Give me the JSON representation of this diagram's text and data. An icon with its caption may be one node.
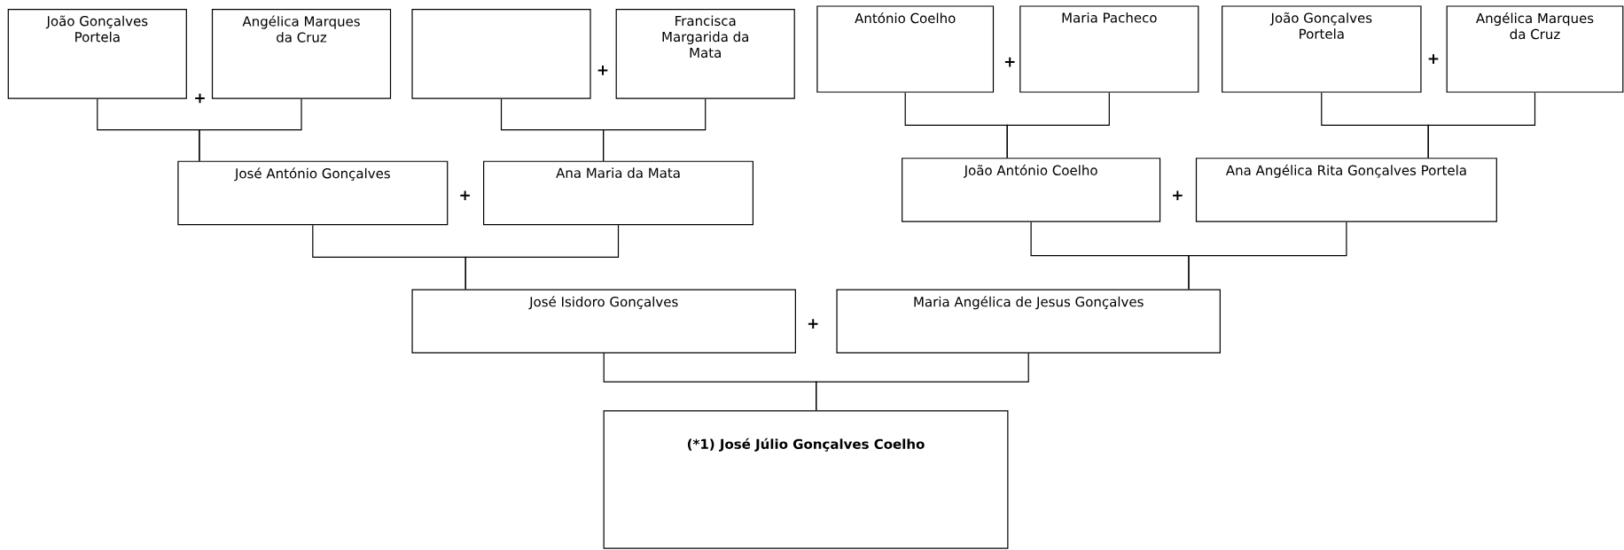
{
  "diagram": {
    "nodes": [
      {
        "text": [
          "João Gonçalves Portela"
        ]
      },
      {
        "text": [
          "Angélica Marques da Cruz"
        ]
      },
      {
        "text": [],
        "shape": "box"
      },
      {
        "text": [
          "Francisca Margarida da Mata"
        ]
      },
      {
        "text": [
          "António Coelho"
        ]
      },
      {
        "text": [
          "Maria Pacheco"
        ]
      },
      {
        "text": [
          "João Gonçalves Portela"
        ]
      },
      {
        "text": [
          "Angélica Marques da Cruz"
        ]
      },
      {
        "text": [
          "José António Gonçalves"
        ]
      },
      {
        "text": [
          "Ana Maria da Mata"
        ]
      },
      {
        "text": [
          "João António Coelho"
        ]
      },
      {
        "text": [
          "Ana Angélica Rita Gonçalves Portela"
        ]
      },
      {
        "text": [
          "José Isidoro Gonçalves"
        ]
      },
      {
        "text": [
          "Maria Angélica de Jesus Gonçalves"
        ]
      },
      {
        "text": [
          "(*1) José Júlio Gonçalves Coelho"
        ]
      }
    ],
    "edges": [
      {
        "from": 0,
        "to": 8,
        "arrow": "none"
      },
      {
        "from": 1,
        "to": 8,
        "arrow": "none"
      },
      {
        "from": 2,
        "to": 9,
        "arrow": "none"
      },
      {
        "from": 3,
        "to": 9,
        "arrow": "none"
      },
      {
        "from": 4,
        "to": 10,
        "arrow": "none"
      },
      {
        "from": 5,
        "to": 10,
        "arrow": "none"
      },
      {
        "from": 6,
        "to": 11,
        "arrow": "none"
      },
      {
        "from": 7,
        "to": 11,
        "arrow": "none"
      },
      {
        "from": 8,
        "to": 12,
        "arrow": "none"
      },
      {
        "from": 9,
        "to": 12,
        "arrow": "none"
      },
      {
        "from": 10,
        "to": 13,
        "arrow": "none"
      },
      {
        "from": 11,
        "to": 13,
        "arrow": "none"
      },
      {
        "from": 12,
        "to": 14,
        "arrow": "none"
      },
      {
        "from": 13,
        "to": 14,
        "arrow": "none"
      }
    ],
    "labels": [
      "+",
      "+",
      "+",
      "+",
      "+",
      "+",
      "+"
    ]
  }
}
